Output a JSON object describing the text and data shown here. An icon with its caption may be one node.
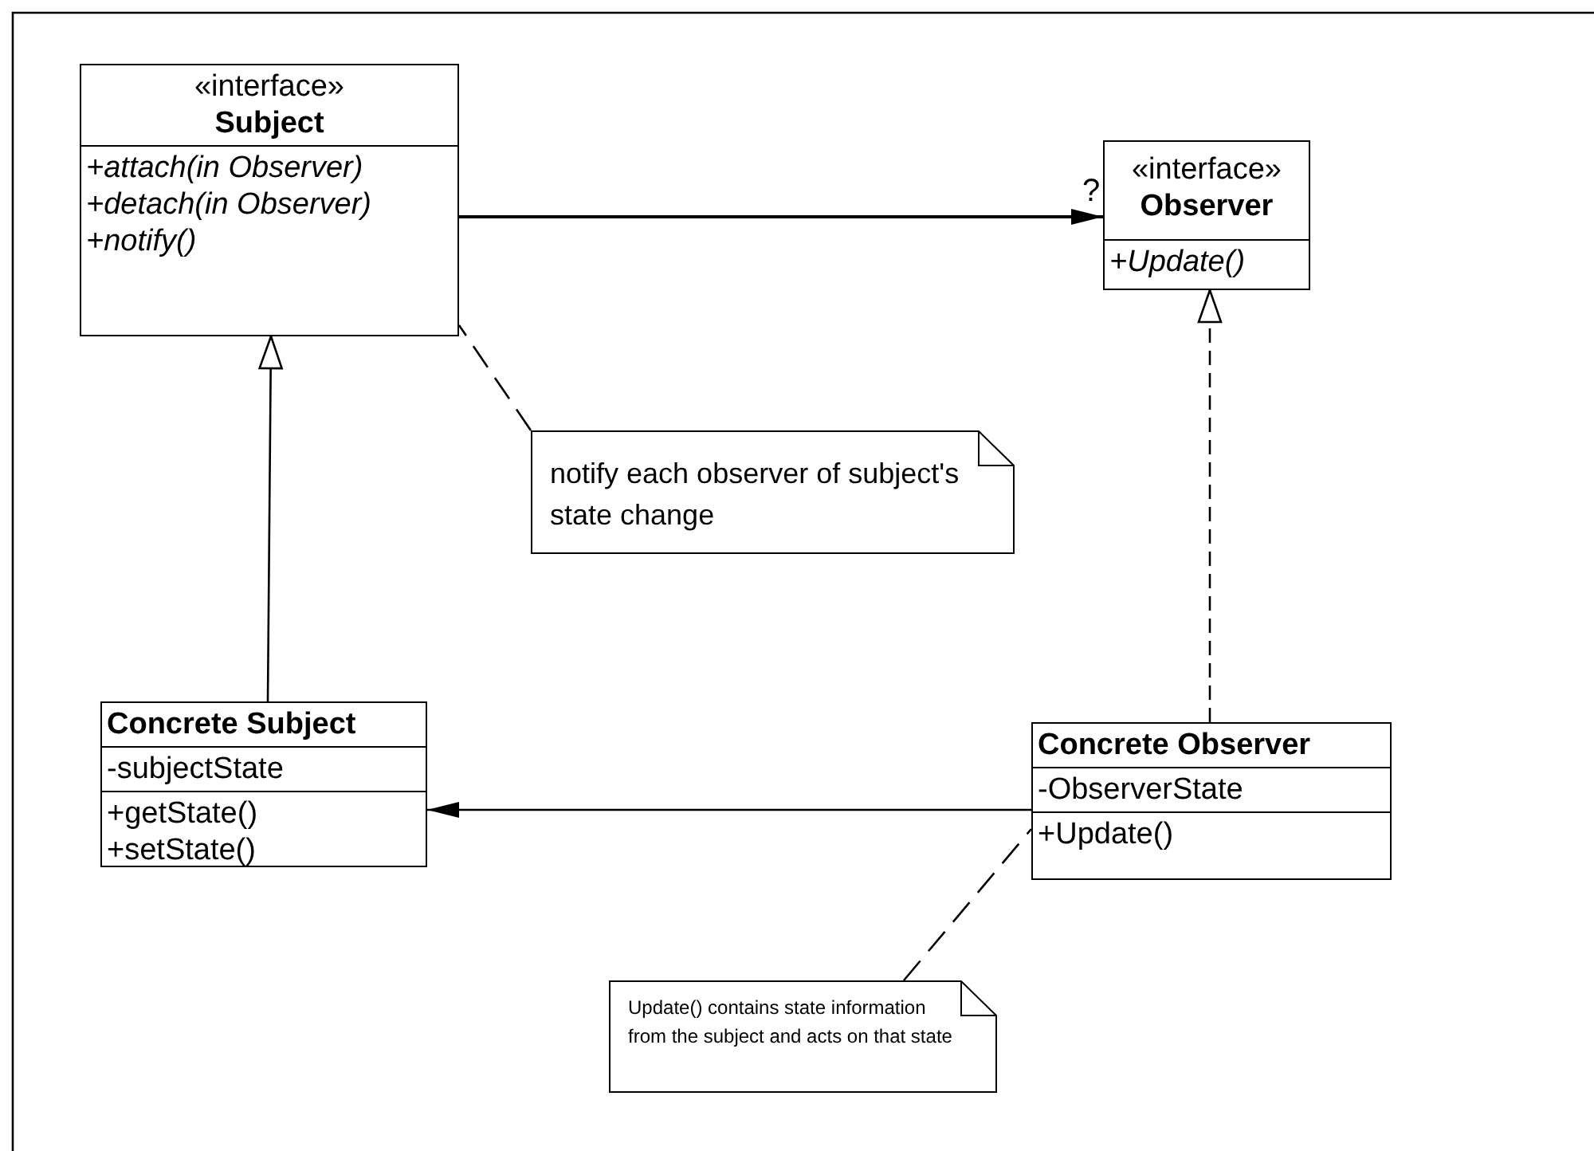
{
  "diagram": {
    "nodes": [
      {
        "text": [
          "«interface»",
          "Subject",
          "+attach(in Observer)",
          "+detach(in Observer)",
          "+notify()"
        ]
      },
      {
        "text": [
          "«interface»",
          "Observer",
          "+Update()"
        ]
      },
      {
        "text": [
          "notify each observer of subject's state change"
        ]
      },
      {
        "text": [
          "Concrete Subject",
          "-subjectState",
          "+getState()",
          "+setState()"
        ]
      },
      {
        "text": [
          "Concrete Observer",
          "-ObserverState",
          "+Update()"
        ]
      },
      {
        "text": [
          "Update() contains state information from the subject and acts on that state"
        ]
      }
    ],
    "edges": [
      {
        "from": 0,
        "to": 1,
        "arrow": "to",
        "label": "?"
      },
      {
        "from": 3,
        "to": 0,
        "arrow": "to"
      },
      {
        "from": 4,
        "to": 1,
        "arrow": "to",
        "style": "dashed"
      },
      {
        "from": 4,
        "to": 3,
        "arrow": "to"
      },
      {
        "from": 2,
        "to": 0,
        "arrow": "none",
        "style": "dashed"
      },
      {
        "from": 5,
        "to": 4,
        "arrow": "none",
        "style": "dashed"
      }
    ]
  }
}
